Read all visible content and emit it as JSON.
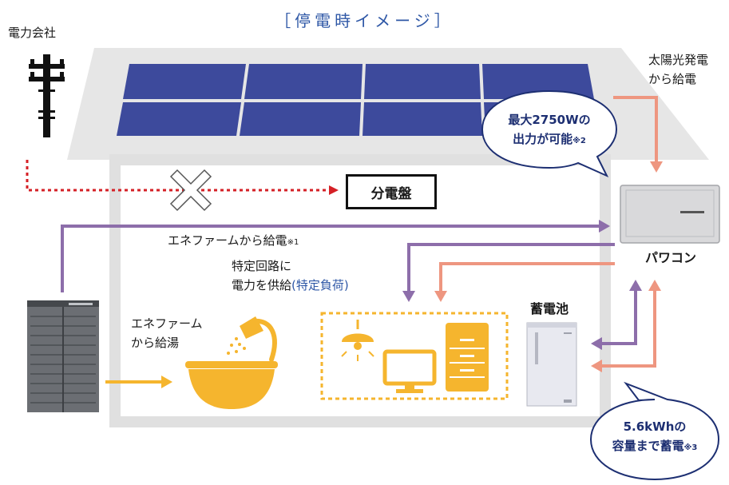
{
  "title": "［停電時イメージ］",
  "labels": {
    "power_company": "電力会社",
    "solar_supply_line1": "太陽光発電",
    "solar_supply_line2": "から給電",
    "distribution_panel": "分電盤",
    "enefarm_supply": "エネファームから給電",
    "enefarm_supply_note": "※1",
    "specific_circuit_line1": "特定回路に",
    "specific_circuit_line2": "電力を供給",
    "specific_load": "(特定負荷)",
    "enefarm_hotwater_line1": "エネファーム",
    "enefarm_hotwater_line2": "から給湯",
    "power_conditioner": "パワコン",
    "battery": "蓄電池"
  },
  "bubbles": {
    "max_output_line1": "最大2750Wの",
    "max_output_line2": "出力が可能",
    "max_output_note": "※2",
    "capacity_line1": "5.6kWhの",
    "capacity_line2": "容量まで蓄電",
    "capacity_note": "※3"
  },
  "colors": {
    "house": "#e6e6e6",
    "house_wall": "#d5d5d5",
    "solar_panel": "#3d4a9c",
    "purple_arrow": "#8d6eaa",
    "salmon_arrow": "#ee9680",
    "orange": "#f5b52e",
    "red_dotted": "#d52026",
    "bubble_border": "#1d2f72",
    "title_blue": "#2e57a6"
  },
  "icons": [
    "utility-pole-icon",
    "cross-mark-icon",
    "shower-icon",
    "bathtub-icon",
    "ceiling-lamp-icon",
    "monitor-icon",
    "refrigerator-icon",
    "enefarm-unit-icon",
    "power-conditioner-icon",
    "storage-battery-icon"
  ]
}
